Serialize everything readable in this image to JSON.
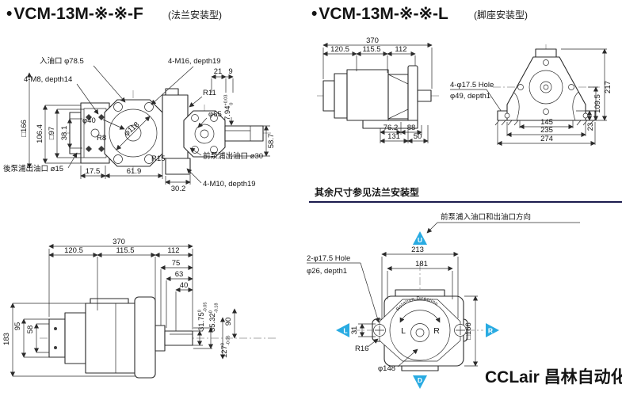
{
  "page": {
    "bg": "#ffffff",
    "accent_blue": "#29ABE2",
    "note_blue": "#2B3990",
    "line": "#2b2b2b"
  },
  "titles": {
    "flange": {
      "bullet": "•",
      "model": "VCM-13M-※-※-F",
      "sub": "(法兰安装型)"
    },
    "foot": {
      "bullet": "•",
      "model": "VCM-13M-※-※-L",
      "sub": "(脚座安装型)"
    }
  },
  "flange_front": {
    "inlet": "入油口 φ78.5",
    "m8": "4-M8, depth14",
    "m16": "4-M16, depth19",
    "m10": "4-M10, depth19",
    "front_outlet": "前泵浦出油口 ø30",
    "rear_outlet": "後泵浦出油口 ø15",
    "r8": "R8",
    "r11": "R11",
    "r15": "R15",
    "d118": "φ118",
    "d40": "φ40",
    "d65": "φ65",
    "sq166": "□166",
    "h106": "106.4",
    "sq97": "□97",
    "h38": "38.1",
    "w21": "21",
    "w9": "9",
    "key": "7.94",
    "key_tol_top": "+0.03",
    "key_tol_bot": "0",
    "h58": "58.7",
    "b17": "17.5",
    "b61": "61.9",
    "b30": "30.2"
  },
  "foot_side": {
    "w370": "370",
    "w120": "120.5",
    "w115": "115.5",
    "w112": "112",
    "b76": "76.2",
    "b88": "88",
    "b131": "131",
    "b50": "50",
    "hole": "4-φ17.5 Hole",
    "pilot": "φ49, depth1"
  },
  "foot_front": {
    "h217": "217",
    "h109": "109.5",
    "h23": "23",
    "w145": "145",
    "w235": "235",
    "w274": "274"
  },
  "note": "其余尺寸参见法兰安装型",
  "flange_side": {
    "w370": "370",
    "w120": "120.5",
    "w115": "115.5",
    "w112": "112",
    "w75": "75",
    "w63": "63",
    "w40": "40",
    "h183": "183",
    "h95": "95",
    "h58": "58",
    "d3175": "31.75",
    "d3532": "35.32",
    "h90": "90",
    "d127": "127",
    "tol_zero": "0",
    "tol_005": "-0.05",
    "tol_018": "-0.18"
  },
  "direction": {
    "note": "前泵浦入油口和出油口方向",
    "w213": "213",
    "w181": "181",
    "h31": "31",
    "r16": "R16",
    "d148": "φ148",
    "sq166": "□166",
    "hole": "2-φ17.5 Hole",
    "pilot": "φ26, depth1",
    "rotation": "Rotation Direction",
    "left": "L",
    "right": "R",
    "up": "U",
    "down": "D",
    "tleft": "L",
    "tright": "R"
  },
  "footer": {
    "logo": "CCLair 昌林自动化"
  }
}
